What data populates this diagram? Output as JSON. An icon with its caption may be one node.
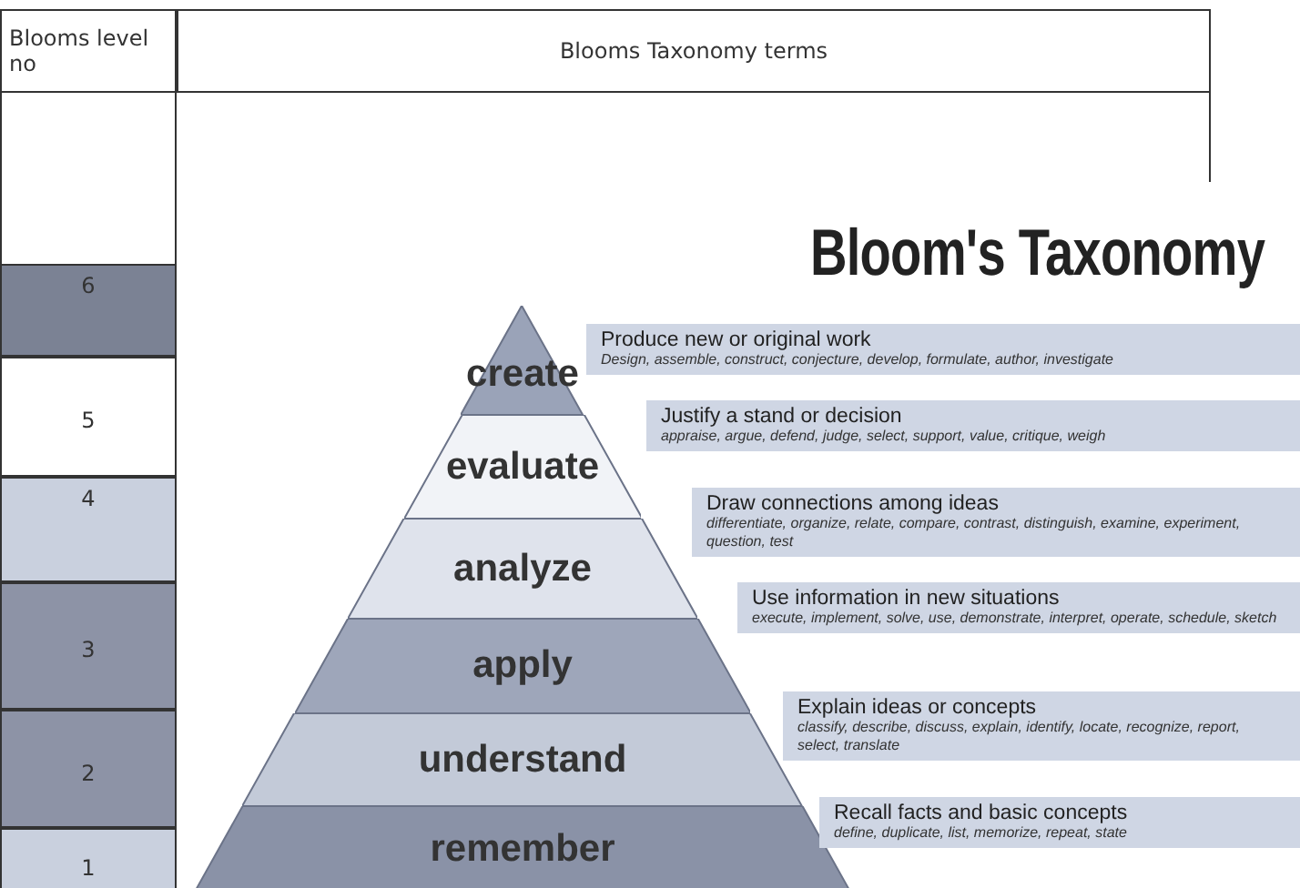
{
  "diagram": {
    "title": "Bloom's Taxonomy",
    "nodes": [
      {
        "text": [
          "create"
        ]
      },
      {
        "text": [
          "Produce new or original work",
          "Design, assemble, construct, conjecture, develop, formulate, author, investigate"
        ]
      },
      {
        "text": [
          "evaluate"
        ]
      },
      {
        "text": [
          "Justify a stand or decision",
          "appraise, argue, defend, judge, select, support, value, critique, weigh"
        ]
      },
      {
        "text": [
          "analyze"
        ]
      },
      {
        "text": [
          "Draw connections among ideas",
          "differentiate, organize, relate, compare, contrast, distinguish, examine, experiment, question, test"
        ]
      },
      {
        "text": [
          "apply"
        ]
      },
      {
        "text": [
          "Use information in new situations",
          "execute, implement, solve, use, demonstrate, interpret, operate, schedule, sketch"
        ]
      },
      {
        "text": [
          "understand"
        ]
      },
      {
        "text": [
          "Explain ideas or concepts",
          "classify, describe, discuss, explain, identify, locate, recognize, report, select, translate"
        ]
      },
      {
        "text": [
          "remember"
        ]
      },
      {
        "text": [
          "Recall facts and basic concepts",
          "define, duplicate, list, memorize, repeat, state"
        ]
      }
    ],
    "edges": [],
    "labels": [
      "Blooms level no",
      "Blooms Taxonomy terms",
      "6",
      "5",
      "4",
      "3",
      "2",
      "1"
    ]
  }
}
